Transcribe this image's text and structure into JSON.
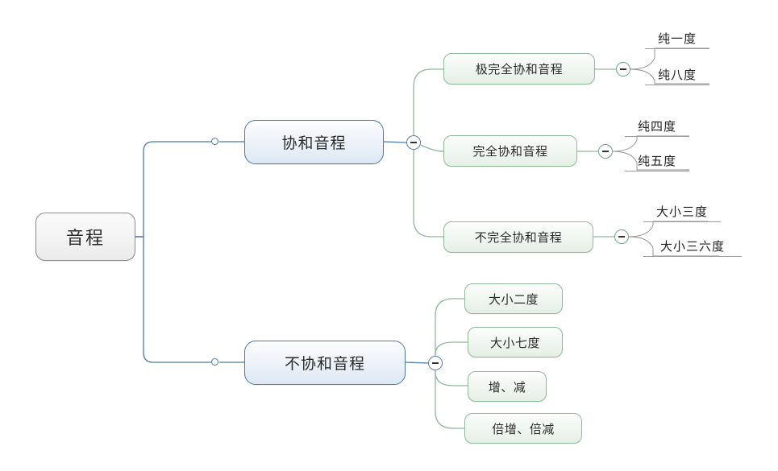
{
  "diagram": {
    "title": "音程",
    "type": "mind-map",
    "colors": {
      "root_border": "#8a8a8a",
      "root_fill": "#f1f1f1",
      "branch_blue": "#4a7aab",
      "branch_green": "#8fb99b",
      "leaf_underline": "#9a9a9a",
      "canvas": "#ffffff"
    }
  },
  "root": {
    "label": "音程"
  },
  "branches": [
    {
      "label": "协和音程",
      "toggle": "−",
      "children": [
        {
          "label": "极完全协和音程",
          "toggle": "−",
          "leaves": [
            {
              "label": "纯一度"
            },
            {
              "label": "纯八度"
            }
          ]
        },
        {
          "label": "完全协和音程",
          "toggle": "−",
          "leaves": [
            {
              "label": "纯四度"
            },
            {
              "label": "纯五度"
            }
          ]
        },
        {
          "label": "不完全协和音程",
          "toggle": "−",
          "leaves": [
            {
              "label": "大小三度"
            },
            {
              "label": "大小三六度"
            }
          ]
        }
      ]
    },
    {
      "label": "不协和音程",
      "toggle": "−",
      "children": [
        {
          "label": "大小二度",
          "leaves": []
        },
        {
          "label": "大小七度",
          "leaves": []
        },
        {
          "label": "增、减",
          "leaves": []
        },
        {
          "label": "倍增、倍减",
          "leaves": []
        }
      ]
    }
  ]
}
